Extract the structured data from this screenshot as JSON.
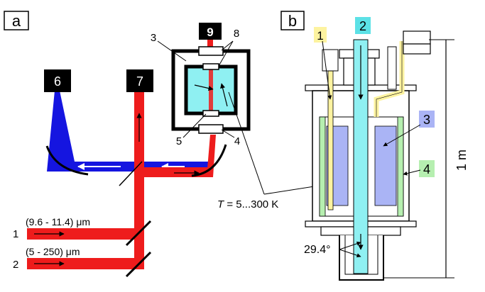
{
  "colors": {
    "beam_red": "#ee1c1c",
    "beam_blue": "#1515e0",
    "cyan": "#8ff0f2",
    "label_cyan": "#5ce1e6",
    "label_yellow": "#fdf3a0",
    "label_blue": "#aab4f5",
    "label_green": "#b6efb0",
    "black": "#000000"
  },
  "panel_a": {
    "panel_label": "a",
    "box_labels": {
      "six": "6",
      "seven": "7",
      "nine": "9"
    },
    "num_labels": {
      "three": "3",
      "eight": "8",
      "five": "5",
      "four": "4"
    },
    "beam1": {
      "number": "1",
      "range": "(9.6 - 11.4) μm"
    },
    "beam2": {
      "number": "2",
      "range": "(5 - 250) μm"
    }
  },
  "panel_b": {
    "panel_label": "b",
    "tags": {
      "one": "1",
      "two": "2",
      "three": "3",
      "four": "4"
    },
    "scale_label": "1 m",
    "angle_label": "29.4°"
  },
  "temperature": {
    "var": "T",
    "rest": " = 5...300 K"
  }
}
